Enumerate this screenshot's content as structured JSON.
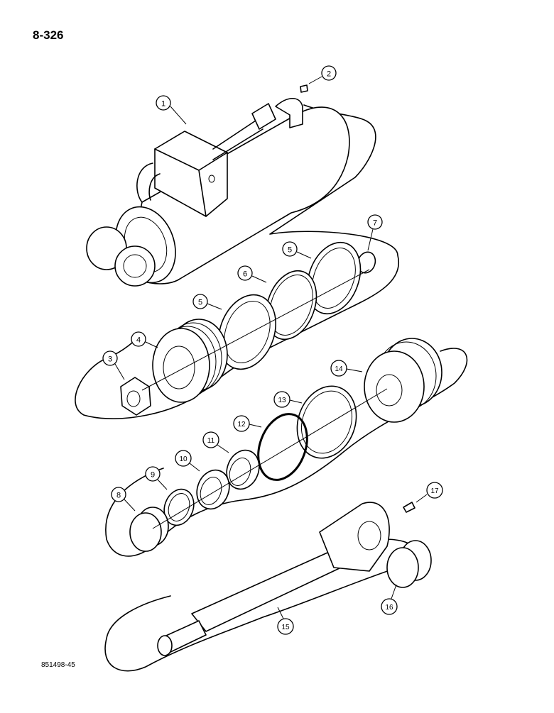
{
  "page": {
    "page_number": "8-326",
    "drawing_code": "851498-45"
  },
  "callouts": [
    {
      "id": "1",
      "part": "cylinder-tube"
    },
    {
      "id": "2",
      "part": "grease-fitting"
    },
    {
      "id": "3",
      "part": "nut"
    },
    {
      "id": "4",
      "part": "piston"
    },
    {
      "id": "5",
      "part": "wear-ring"
    },
    {
      "id": "6",
      "part": "seal-ring"
    },
    {
      "id": "7",
      "part": "o-ring"
    },
    {
      "id": "8",
      "part": "bushing"
    },
    {
      "id": "9",
      "part": "wiper"
    },
    {
      "id": "10",
      "part": "rod-seal"
    },
    {
      "id": "11",
      "part": "buffer-seal"
    },
    {
      "id": "12",
      "part": "o-ring"
    },
    {
      "id": "13",
      "part": "backup-ring"
    },
    {
      "id": "14",
      "part": "gland"
    },
    {
      "id": "15",
      "part": "piston-rod"
    },
    {
      "id": "16",
      "part": "bushing"
    },
    {
      "id": "17",
      "part": "grease-fitting"
    }
  ]
}
